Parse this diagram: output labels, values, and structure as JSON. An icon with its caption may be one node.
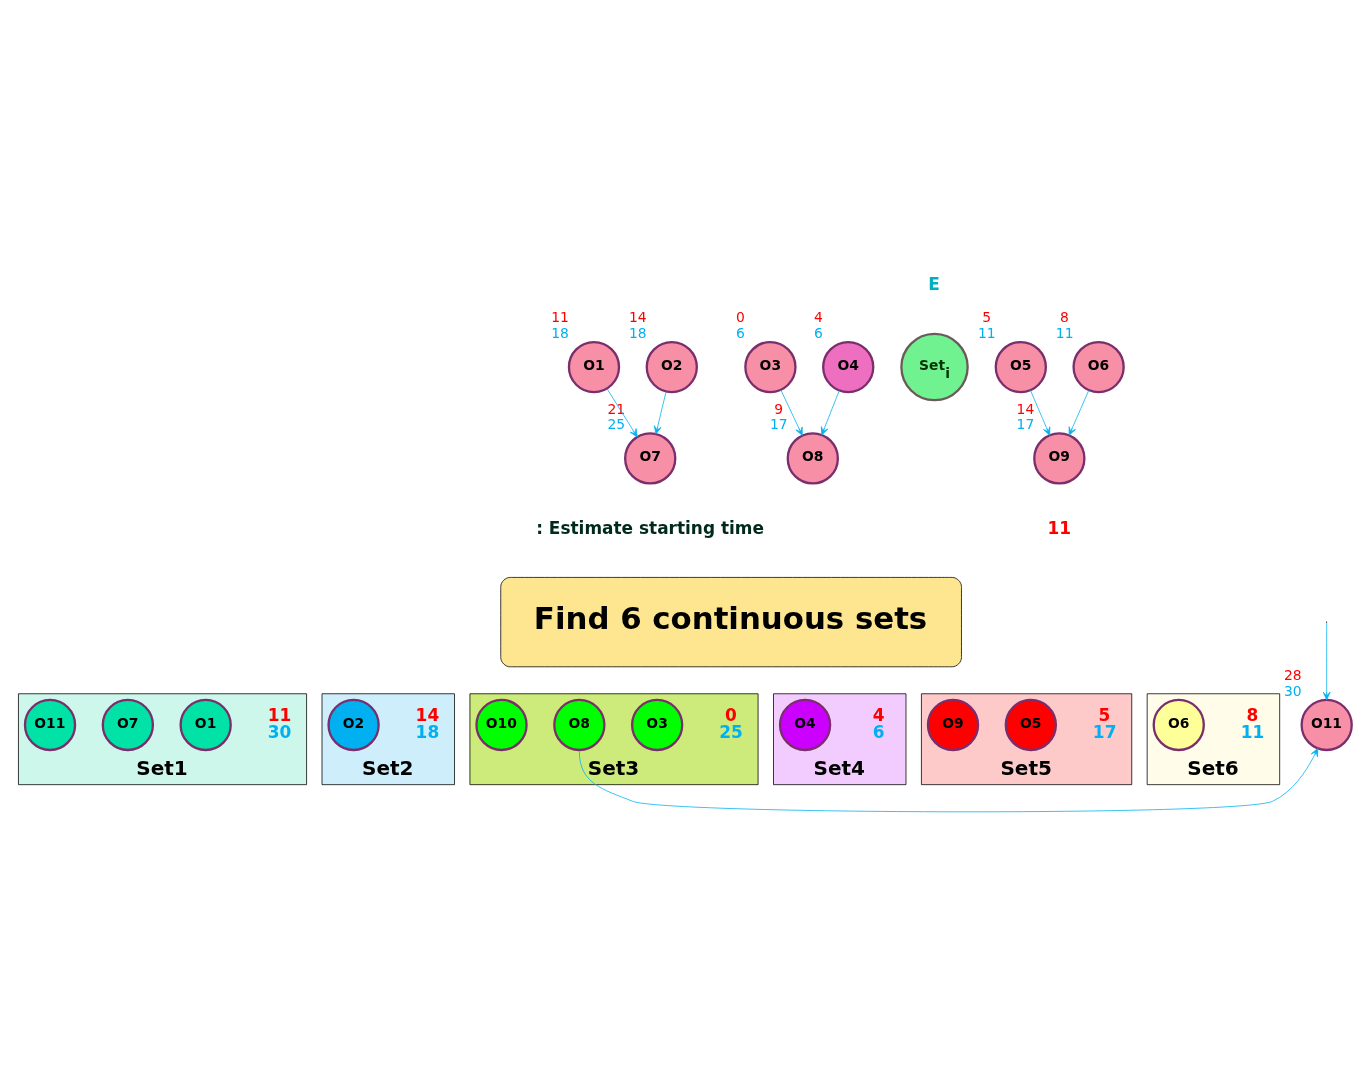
{
  "diagram": {
    "nodes": [
      {
        "text": [
          "O1"
        ],
        "beside": [
          "11",
          "18"
        ]
      },
      {
        "text": [
          "O2"
        ],
        "beside": [
          "14",
          "18"
        ]
      },
      {
        "text": [
          "O3"
        ],
        "beside": [
          "0",
          "6"
        ]
      },
      {
        "text": [
          "Set$_{i}$"
        ]
      },
      {
        "text": [
          "O4"
        ],
        "beside": [
          "4",
          "6"
        ]
      },
      {
        "text": [
          "O5"
        ],
        "beside": [
          "5",
          "11"
        ]
      },
      {
        "text": [
          "O6"
        ],
        "beside": [
          "8",
          "11"
        ]
      },
      {
        "text": [
          "O7"
        ],
        "beside": [
          "21",
          "25"
        ]
      },
      {
        "text": [
          "O8"
        ],
        "beside": [
          "9",
          "17"
        ]
      },
      {
        "text": [
          "O9"
        ],
        "beside": [
          "14",
          "17"
        ]
      },
      {
        "text": [
          "Find 6 continuous sets"
        ]
      },
      {
        "text": [
          "Set1"
        ],
        "beside": [
          "11",
          "30"
        ]
      },
      {
        "text": [
          "O1"
        ],
        "in": 11
      },
      {
        "text": [
          "O7"
        ],
        "in": 11
      },
      {
        "text": [
          "O11"
        ],
        "in": 11
      },
      {
        "text": [
          "Set2"
        ],
        "beside": [
          "14",
          "18"
        ]
      },
      {
        "text": [
          "O2"
        ],
        "in": 15
      },
      {
        "text": [
          "Set3"
        ],
        "beside": [
          "0",
          "25"
        ]
      },
      {
        "text": [
          "O3"
        ],
        "in": 17
      },
      {
        "text": [
          "O8"
        ],
        "in": 17
      },
      {
        "text": [
          "O10"
        ],
        "in": 17
      },
      {
        "text": [
          "O11"
        ],
        "beside": [
          "28",
          "30"
        ]
      },
      {
        "text": [
          "Set4"
        ],
        "beside": [
          "4",
          "6"
        ]
      },
      {
        "text": [
          "O4"
        ],
        "in": 22
      },
      {
        "text": [
          "Set5"
        ],
        "beside": [
          "5",
          "17"
        ]
      },
      {
        "text": [
          "O5"
        ],
        "in": 24
      },
      {
        "text": [
          "O9"
        ],
        "in": 24
      },
      {
        "text": [
          "Set6"
        ],
        "beside": [
          "8",
          "11"
        ]
      },
      {
        "text": [
          "O6"
        ],
        "in": 27
      }
    ],
    "edges": [
      {
        "from": 0,
        "to": 7,
        "arrow": "to"
      },
      {
        "from": 1,
        "to": 7,
        "arrow": "to"
      },
      {
        "from": 2,
        "to": 8,
        "arrow": "to"
      },
      {
        "from": 4,
        "to": 8,
        "arrow": "to"
      },
      {
        "from": 5,
        "to": 9,
        "arrow": "to"
      },
      {
        "from": 6,
        "to": 9,
        "arrow": "to"
      },
      {
        "from": 19,
        "to": 21,
        "arrow": "to"
      },
      {
        "from": null,
        "to": 21,
        "arrow": "to"
      }
    ],
    "labels": [
      "E",
      ": Estimate starting time",
      "11"
    ]
  }
}
